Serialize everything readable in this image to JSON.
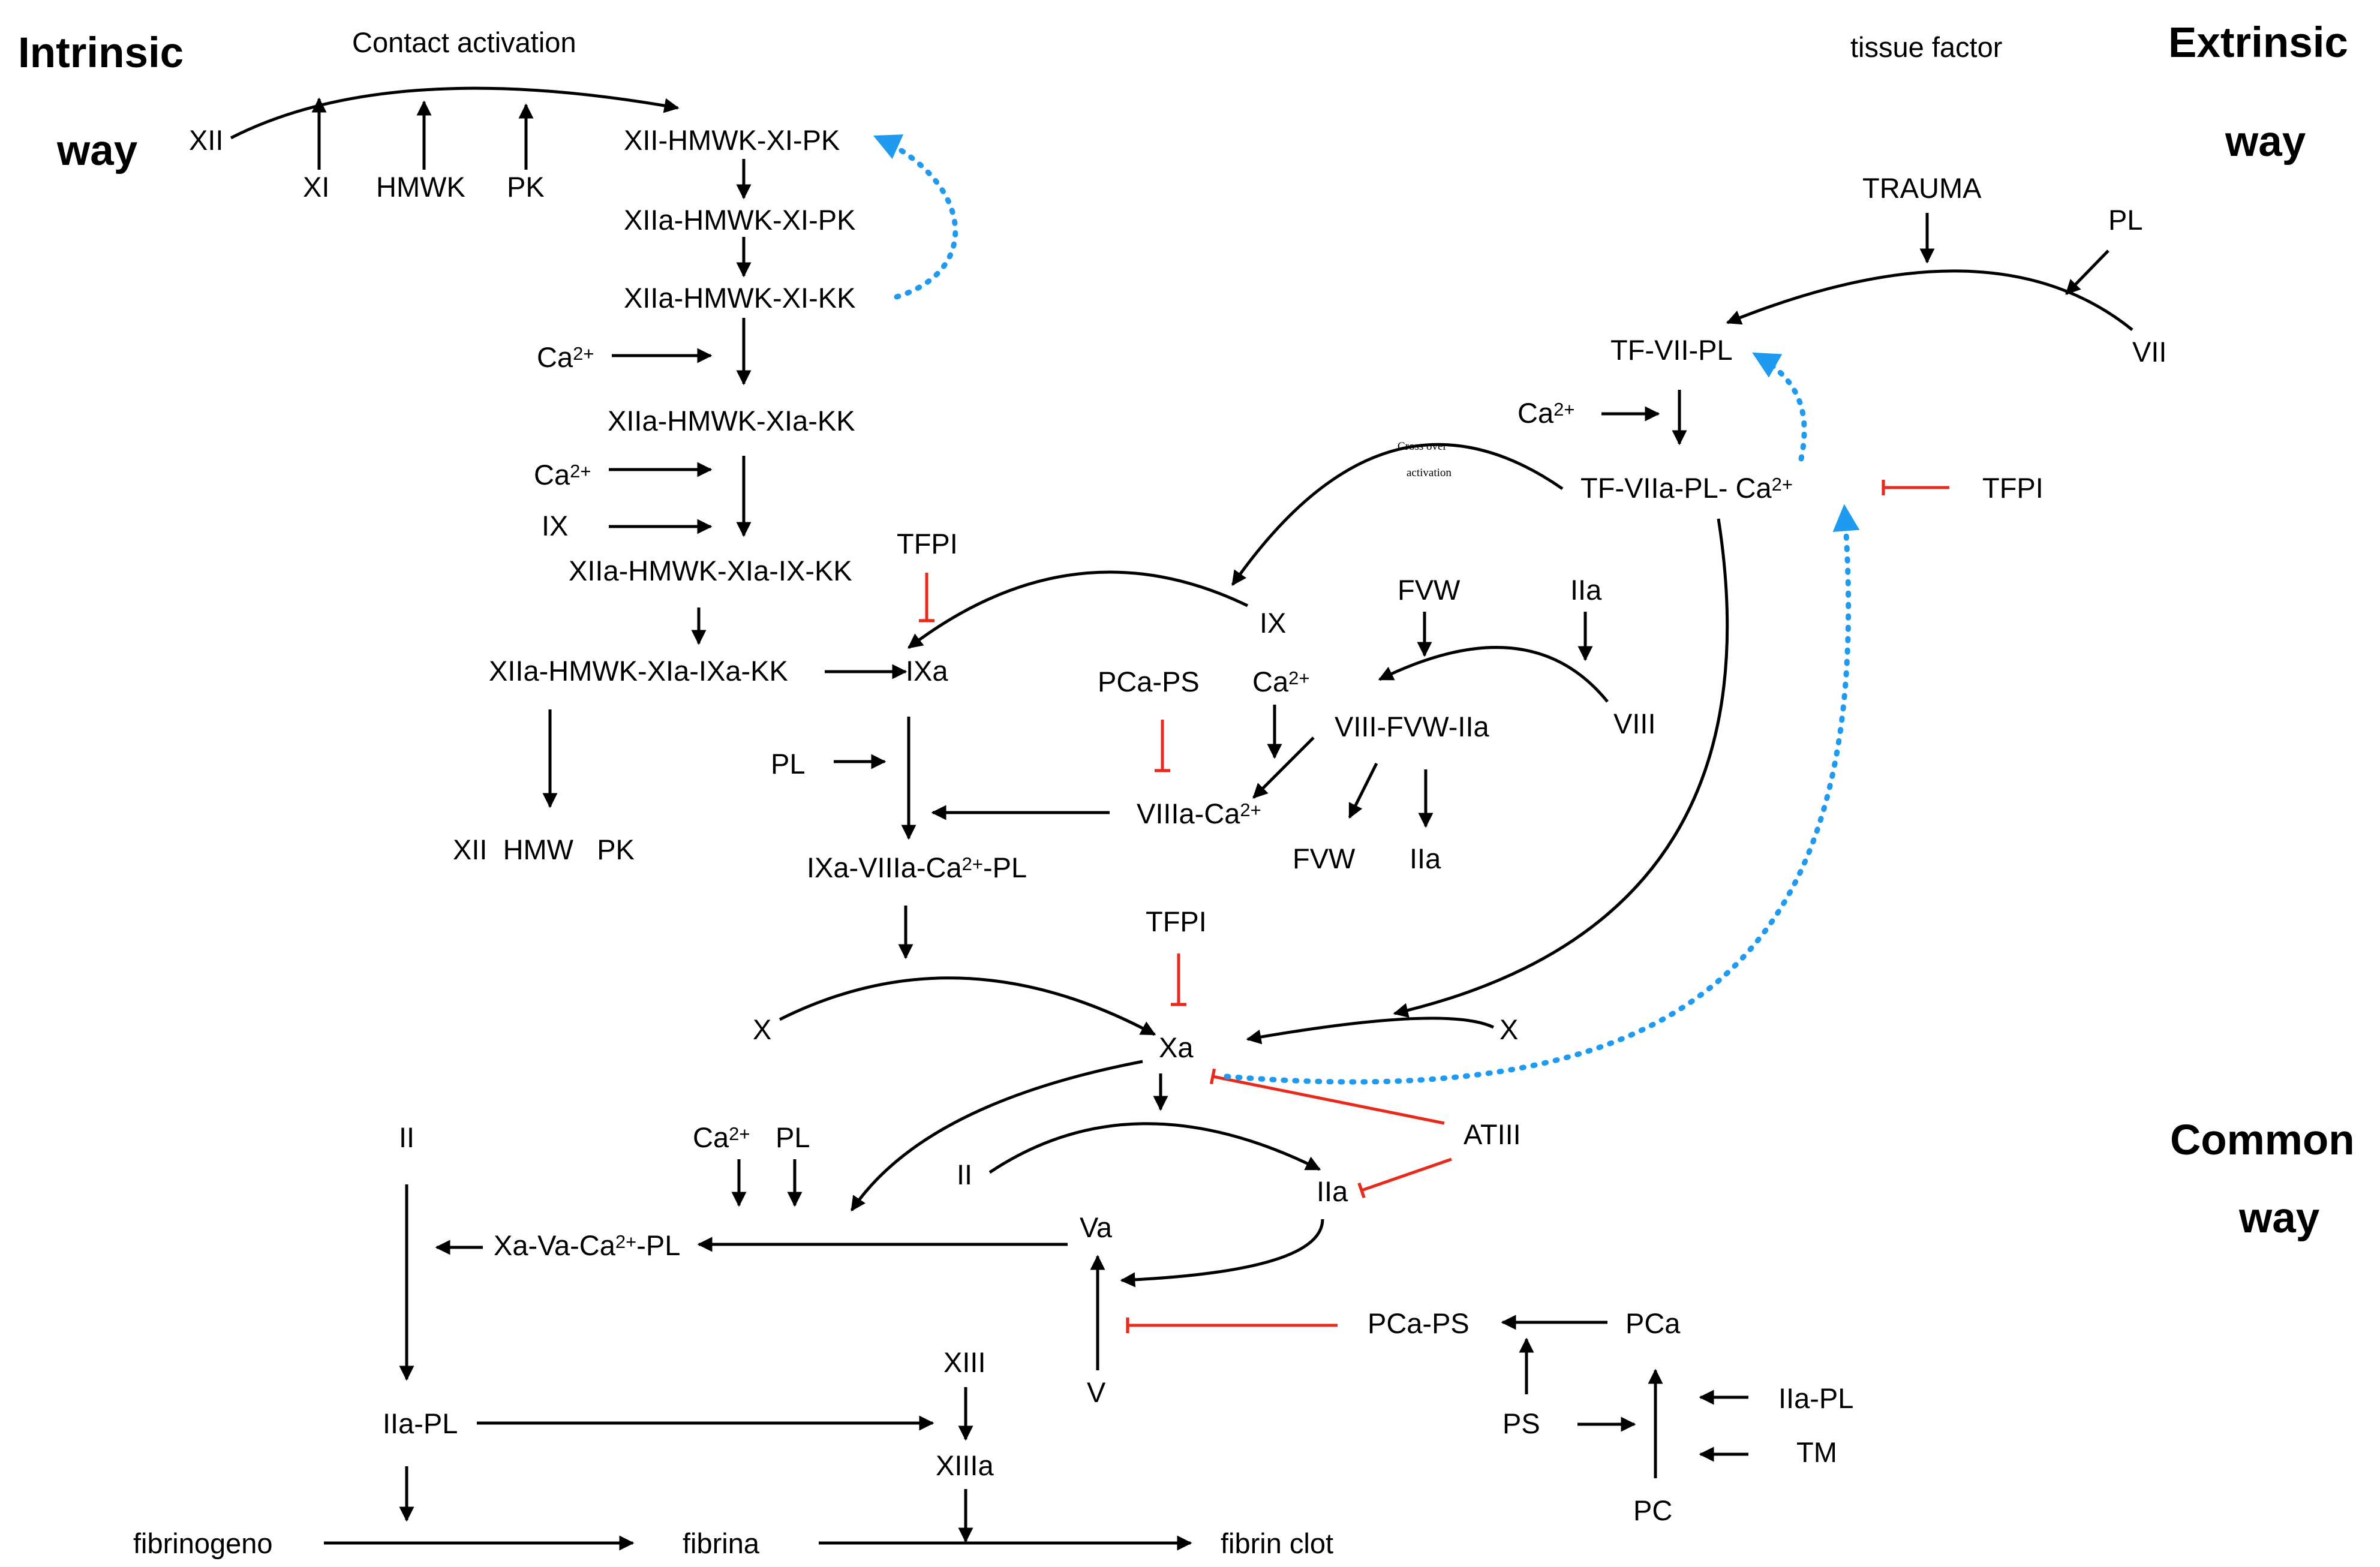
{
  "headings": {
    "intrinsic_1": "Intrinsic",
    "intrinsic_2": "way",
    "extrinsic_1": "Extrinsic",
    "extrinsic_2": "way",
    "common_1": "Common",
    "common_2": "way"
  },
  "captions": {
    "contact_activation": "Contact activation",
    "tissue_factor": "tissue factor",
    "cross_over_1": "Cross over",
    "cross_over_2": "activation"
  },
  "intrinsic": {
    "xii": "XII",
    "xi": "XI",
    "hmwk": "HMWK",
    "pk": "PK",
    "c1": "XII-HMWK-XI-PK",
    "c2": "XIIa-HMWK-XI-PK",
    "c3": "XIIa-HMWK-XI-KK",
    "ca_1": "Ca",
    "c4": "XIIa-HMWK-XIa-KK",
    "ca_2": "Ca",
    "ix": "IX",
    "c5": "XIIa-HMWK-XIa-IX-KK",
    "c6": "XIIa-HMWK-XIa-IXa-KK",
    "products": "XII  HMW   PK",
    "tfpi_1": "TFPI",
    "ixa": "IXa",
    "pl": "PL",
    "ixa_viiia_a": "IXa-VIIIa-Ca",
    "ixa_viiia_b": "-PL",
    "pca_ps": "PCa-PS",
    "ca_3": "Ca",
    "viii_fvw": "VIII-FVW-IIa",
    "viiia_ca": "VIIIa-Ca",
    "fvw_1": "FVW",
    "iia_1": "IIa",
    "viii": "VIII",
    "fvw_2": "FVW",
    "iia_2": "IIa",
    "ix_2": "IX"
  },
  "extrinsic": {
    "trauma": "TRAUMA",
    "pl": "PL",
    "vii": "VII",
    "tf_vii_pl": "TF-VII-PL",
    "ca": "Ca",
    "tf_viia": "TF-VIIa-PL- Ca",
    "tfpi": "TFPI"
  },
  "common": {
    "tfpi": "TFPI",
    "x_left": "X",
    "x_right": "X",
    "xa": "Xa",
    "atiii": "ATIII",
    "ii_left": "II",
    "ca": "Ca",
    "pl": "PL",
    "ii_mid": "II",
    "iia": "IIa",
    "va": "Va",
    "xa_va_a": "Xa-Va-Ca",
    "xa_va_b": "-PL",
    "pca_ps": "PCa-PS",
    "pca": "PCa",
    "v": "V",
    "xiii": "XIII",
    "iia_pl": "IIa-PL",
    "xiiia": "XIIIa",
    "ps": "PS",
    "iia_pl_2": "IIa-PL",
    "tm": "TM",
    "pc": "PC",
    "fibrinogeno": "fibrinogeno",
    "fibrina": "fibrina",
    "fibrin_clot": "fibrin clot"
  },
  "superscript": "2+",
  "colors": {
    "activation": "#000000",
    "inhibition": "#e8291c",
    "feedback": "#1e9bf0"
  }
}
